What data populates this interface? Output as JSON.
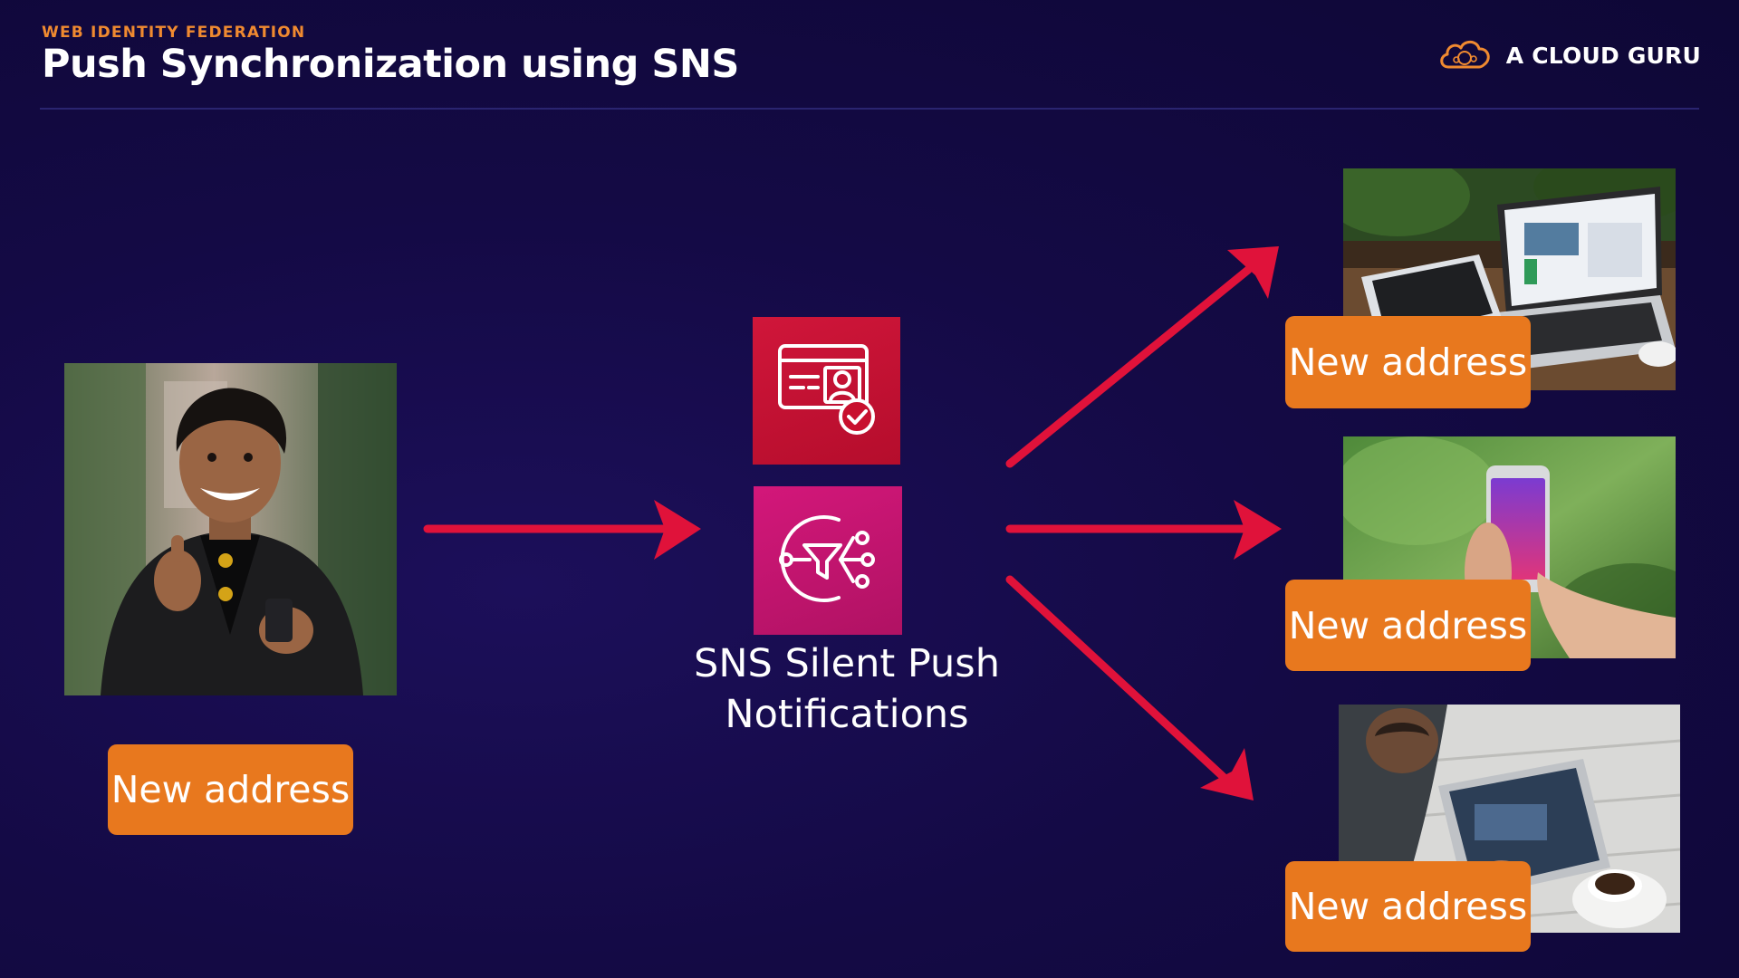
{
  "header": {
    "eyebrow": "WEB IDENTITY FEDERATION",
    "title": "Push Synchronization using SNS",
    "brand": "A CLOUD GURU"
  },
  "source": {
    "photo_icon": "person-thumbs-up-photo",
    "badge": "New address"
  },
  "services": {
    "top_icon": "identity-check-icon",
    "sns_icon": "sns-icon",
    "label_line1": "SNS Silent Push",
    "label_line2": "Notifications"
  },
  "devices": [
    {
      "photo_icon": "laptop-tablet-photo",
      "badge": "New address"
    },
    {
      "photo_icon": "smartphone-photo",
      "badge": "New address"
    },
    {
      "photo_icon": "tablet-coffee-photo",
      "badge": "New address"
    }
  ],
  "colors": {
    "accent_orange": "#e8781e",
    "arrow_red": "#e0123a",
    "cognito_red": "#c8102e",
    "sns_pink": "#c2136b"
  }
}
